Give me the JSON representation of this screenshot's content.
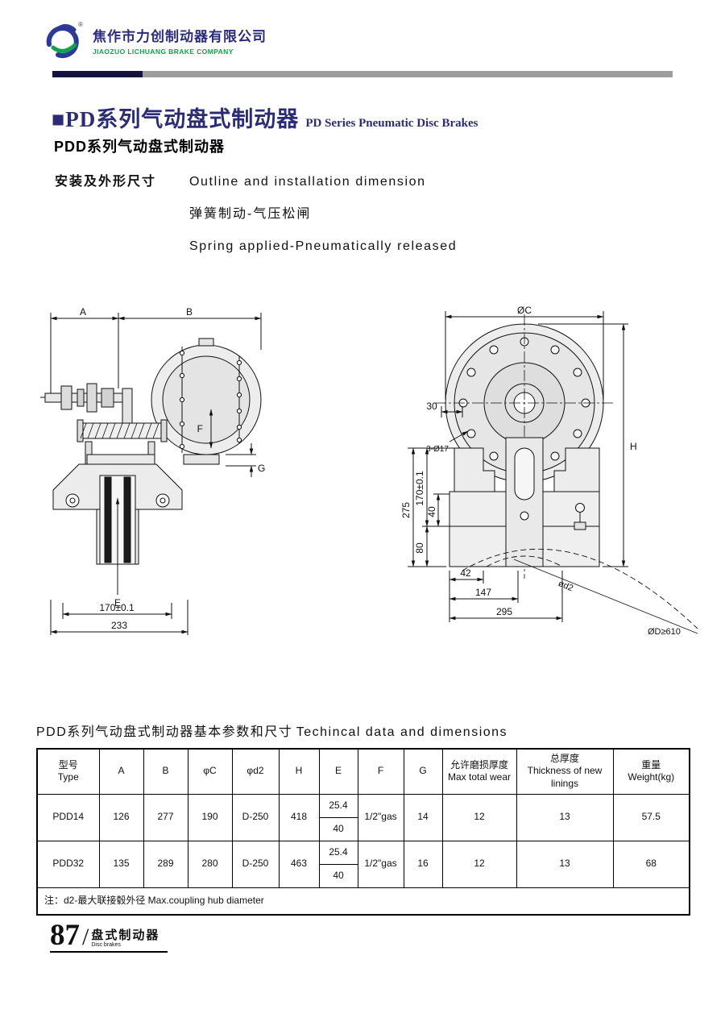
{
  "header": {
    "company_cn": "焦作市力创制动器有限公司",
    "company_en": "JIAOZUO LICHUANG BRAKE COMPANY",
    "logo_reg": "®"
  },
  "title": {
    "main_cn": "■PD系列气动盘式制动器",
    "main_en": "PD Series Pneumatic Disc Brakes",
    "sub": "PDD系列气动盘式制动器"
  },
  "intro": {
    "install_cn": "安装及外形尺寸",
    "install_en": "Outline and installation dimension",
    "spring_cn": "弹簧制动-气压松闸",
    "spring_en": "Spring applied-Pneumatically released"
  },
  "drawing_left": {
    "dim_a": "A",
    "dim_b": "B",
    "dim_f": "F",
    "dim_g": "G",
    "dim_e": "E",
    "dim_170": "170±0.1",
    "dim_233": "233"
  },
  "drawing_right": {
    "dim_oc": "ØC",
    "dim_h": "H",
    "dim_30": "30",
    "dim_3o17": "3-Ø17",
    "dim_170": "170±0.1",
    "dim_275": "275",
    "dim_40": "40",
    "dim_80": "80",
    "dim_42": "42",
    "dim_147": "147",
    "dim_295": "295",
    "dim_od2": "ød2",
    "dim_od610": "ØD≥610"
  },
  "table": {
    "title_cn": "PDD系列气动盘式制动器基本参数和尺寸",
    "title_en": "Techincal data and dimensions",
    "headers": {
      "type_cn": "型号",
      "type_en": "Type",
      "a": "A",
      "b": "B",
      "c": "φC",
      "d2": "φd2",
      "h": "H",
      "e": "E",
      "f": "F",
      "g": "G",
      "wear_cn": "允许磨损厚度",
      "wear_en": "Max total wear",
      "thick_cn": "总厚度",
      "thick_en": "Thickness of new linings",
      "weight_cn": "重量",
      "weight_en": "Weight(kg)"
    },
    "rows": [
      {
        "type": "PDD14",
        "a": "126",
        "b": "277",
        "c": "190",
        "d2": "D-250",
        "h": "418",
        "e1": "25.4",
        "e2": "40",
        "f": "1/2\"gas",
        "g": "14",
        "wear": "12",
        "thick": "13",
        "weight": "57.5"
      },
      {
        "type": "PDD32",
        "a": "135",
        "b": "289",
        "c": "280",
        "d2": "D-250",
        "h": "463",
        "e1": "25.4",
        "e2": "40",
        "f": "1/2\"gas",
        "g": "16",
        "wear": "12",
        "thick": "13",
        "weight": "68"
      }
    ],
    "note": "注：d2-最大联接毂外径  Max.coupling hub diameter"
  },
  "footer": {
    "page": "87",
    "slash": "/",
    "label_cn": "盘式制动器",
    "label_en": "Disc brakes"
  }
}
